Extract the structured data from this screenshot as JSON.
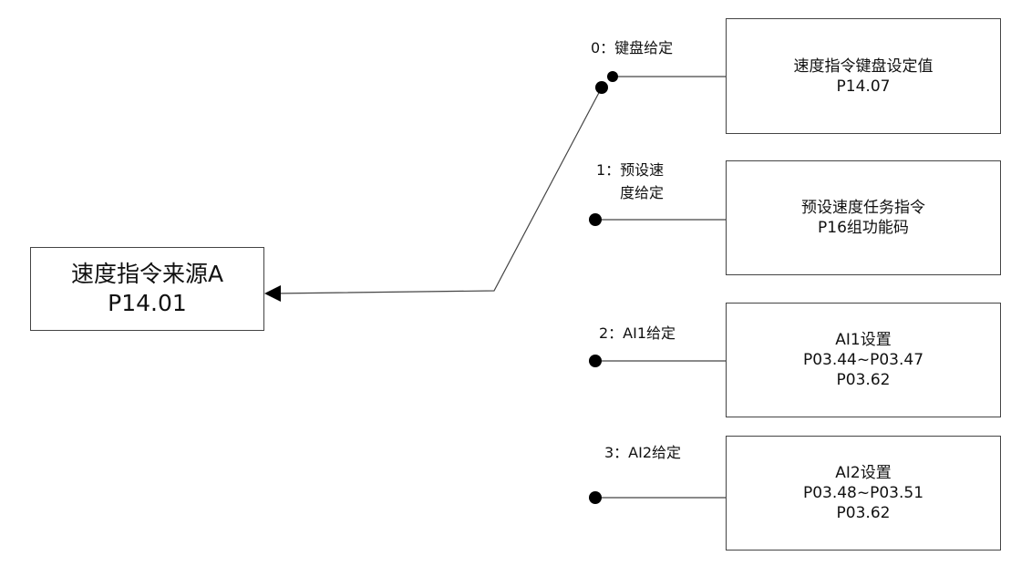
{
  "source": {
    "name": "速度指令来源A",
    "param": "P14.01"
  },
  "switch": {
    "selected_option": 0
  },
  "options": [
    {
      "label": "0：键盘给定",
      "box_lines": [
        "速度指令键盘设定值",
        "P14.07"
      ]
    },
    {
      "label_lines": [
        "1：预设速",
        "度给定"
      ],
      "box_lines": [
        "预设速度任务指令",
        "P16组功能码"
      ]
    },
    {
      "label": "2：AI1给定",
      "box_lines": [
        "AI1设置",
        "P03.44~P03.47",
        "P03.62"
      ]
    },
    {
      "label": "3：AI2给定",
      "box_lines": [
        "AI2设置",
        "P03.48~P03.51",
        "P03.62"
      ]
    }
  ],
  "colors": {
    "line": "#444444",
    "dot": "#000000",
    "text": "#111111"
  }
}
